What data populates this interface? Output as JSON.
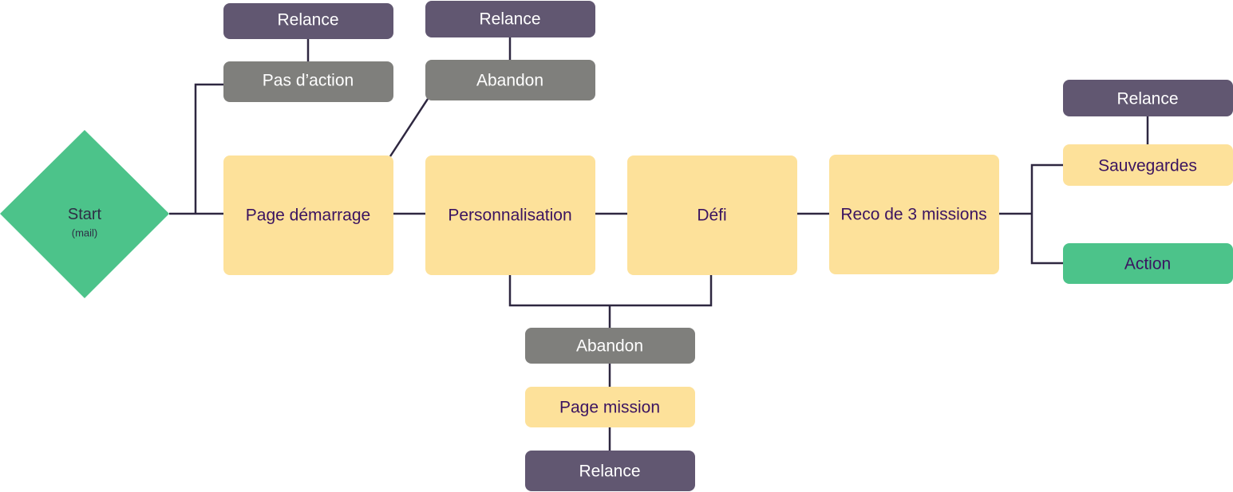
{
  "colors": {
    "relance": "#615771",
    "abandon": "#7f7f7c",
    "step": "#fde19a",
    "action": "#4cc38a",
    "start": "#4cc38a",
    "connector": "#2e2740",
    "text_light": "#ffffff",
    "text_dark": "#3b1460"
  },
  "start": {
    "label": "Start",
    "sublabel": "(mail)"
  },
  "nodes": {
    "relance_top_1": "Relance",
    "pas_action": "Pas d’action",
    "relance_top_2": "Relance",
    "abandon_top": "Abandon",
    "page_demarrage": "Page démarrage",
    "personnalisation": "Personnalisation",
    "defi": "Défi",
    "reco_missions": "Reco de 3 missions",
    "relance_right": "Relance",
    "sauvegardes": "Sauvegardes",
    "action": "Action",
    "abandon_bottom": "Abandon",
    "page_mission": "Page mission",
    "relance_bottom": "Relance"
  }
}
